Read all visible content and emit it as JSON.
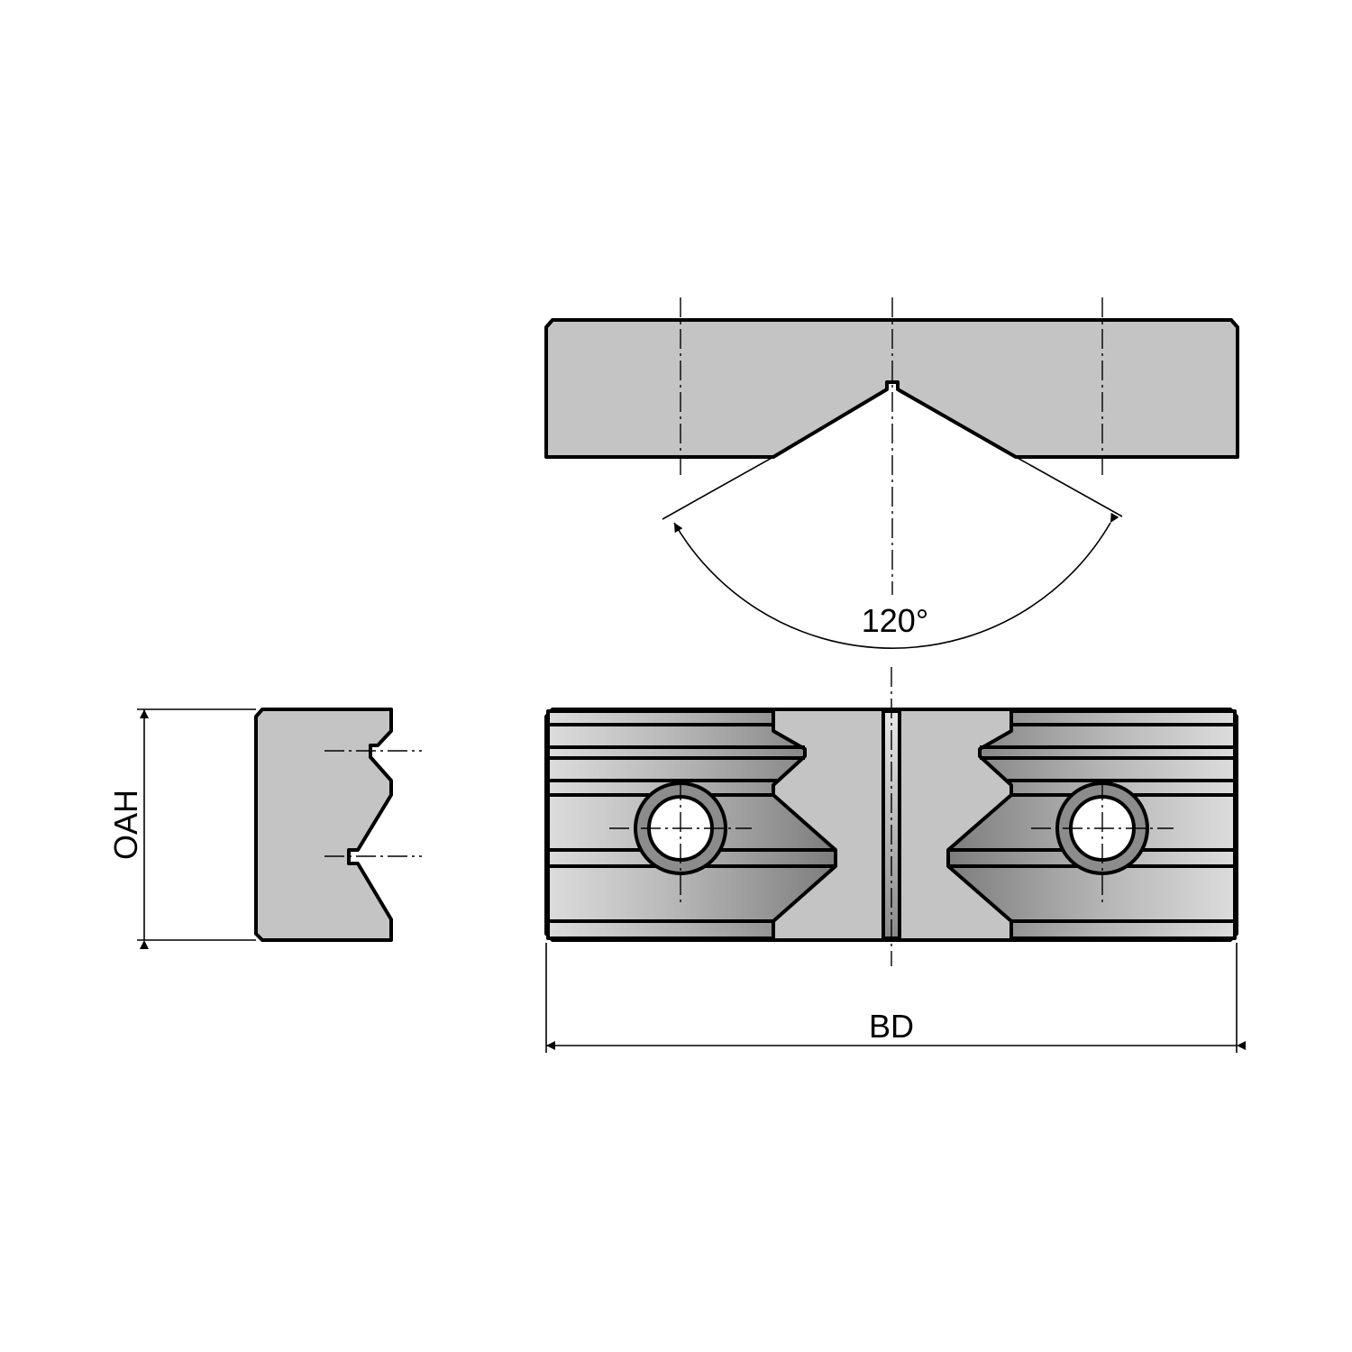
{
  "labels": {
    "angle": "120°",
    "height": "OAH",
    "width": "BD"
  },
  "colors": {
    "fill": "#c4c4c4",
    "outline": "#000000",
    "boss_ring": "#8c8c8c",
    "hole": "#ffffff"
  }
}
